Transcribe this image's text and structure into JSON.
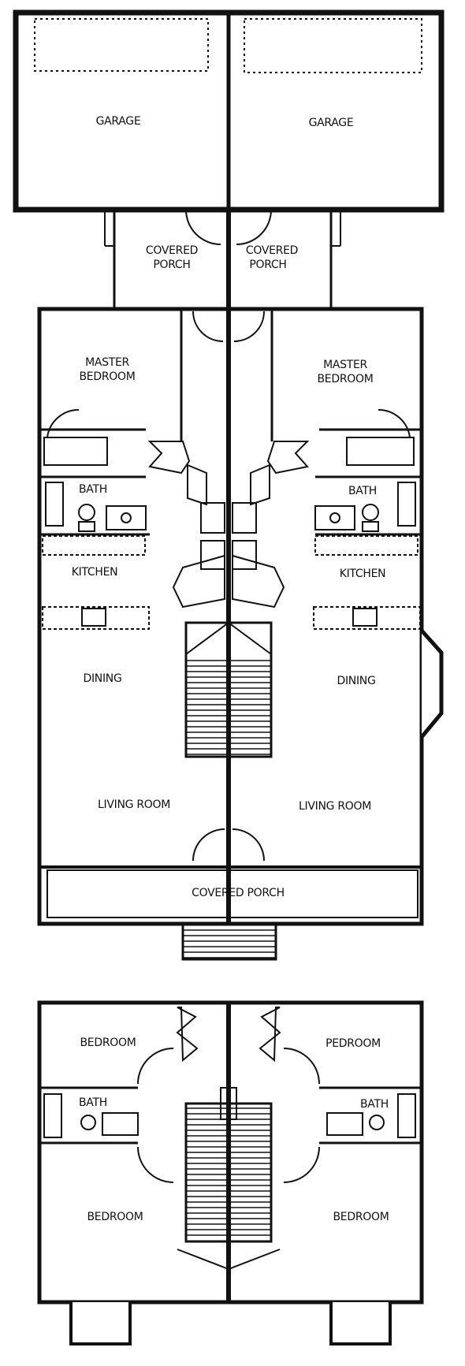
{
  "labels": {
    "garage_left": "GARAGE",
    "garage_right": "GARAGE",
    "rear_porch_left_1": "COVERED",
    "rear_porch_left_2": "PORCH",
    "rear_porch_right_1": "COVERED",
    "rear_porch_right_2": "PORCH",
    "master_left_1": "MASTER",
    "master_left_2": "BEDROOM",
    "master_right_1": "MASTER",
    "master_right_2": "BEDROOM",
    "bath_left": "BATH",
    "bath_right": "BATH",
    "kitchen_left": "KITCHEN",
    "kitchen_right": "KITCHEN",
    "dining_left": "DINING",
    "dining_right": "DINING",
    "living_left": "LIVING ROOM",
    "living_right": "LIVING ROOM",
    "front_porch": "COVERED PORCH",
    "up_bedroom_tl": "BEDROOM",
    "up_bedroom_tr": "PEDROOM",
    "up_bath_left": "BATH",
    "up_bath_right": "BATH",
    "up_bedroom_bl": "BEDROOM",
    "up_bedroom_br": "BEDROOM"
  },
  "colors": {
    "ink": "#111111",
    "paper": "#ffffff"
  }
}
